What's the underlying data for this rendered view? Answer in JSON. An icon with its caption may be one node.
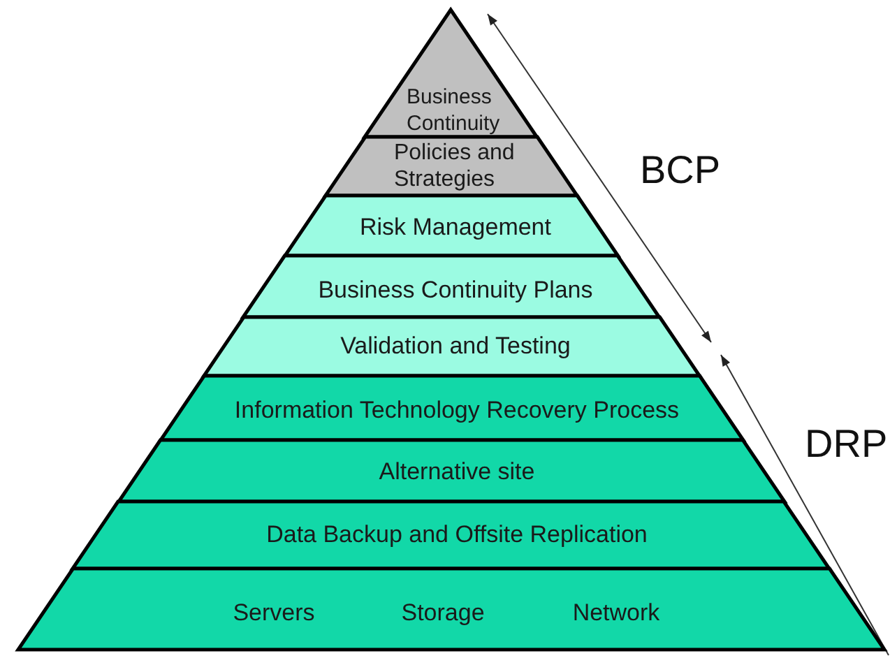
{
  "diagram": {
    "nodes": [
      {
        "text": [
          "Business Continuity"
        ]
      },
      {
        "text": [
          "Policies and Strategies"
        ]
      },
      {
        "text": [
          "Risk Management"
        ]
      },
      {
        "text": [
          "Business Continuity Plans"
        ]
      },
      {
        "text": [
          "Validation and Testing"
        ]
      },
      {
        "text": [
          "Information Technology Recovery Process"
        ]
      },
      {
        "text": [
          "Alternative site"
        ]
      },
      {
        "text": [
          "Data Backup and Offsite Replication"
        ]
      },
      {
        "text": [
          "Servers",
          "Storage",
          "Network"
        ]
      }
    ],
    "labels": [
      "BCP",
      "DRP"
    ]
  }
}
